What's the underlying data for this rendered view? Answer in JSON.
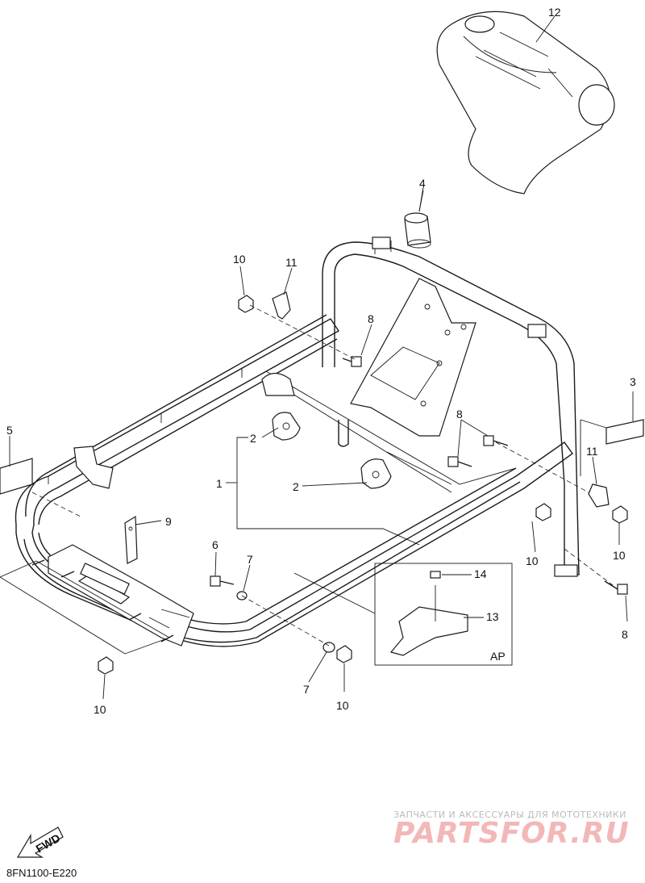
{
  "diagram_id": "8FN1100-E220",
  "fwd_label": "FWD",
  "inset_label": "AP",
  "callouts": {
    "c1": "1",
    "c2a": "2",
    "c2b": "2",
    "c3": "3",
    "c4": "4",
    "c5": "5",
    "c6": "6",
    "c7a": "7",
    "c7b": "7",
    "c8a": "8",
    "c8b": "8",
    "c8c": "8",
    "c9": "9",
    "c10a": "10",
    "c10b": "10",
    "c10c": "10",
    "c10d": "10",
    "c10e": "10",
    "c11a": "11",
    "c11b": "11",
    "c12": "12",
    "c13": "13",
    "c14": "14"
  },
  "watermark": {
    "tagline": "ЗАПЧАСТИ И АКСЕССУАРЫ ДЛЯ МОТОТЕХНИКИ",
    "brand": "PARTSFOR.RU"
  }
}
